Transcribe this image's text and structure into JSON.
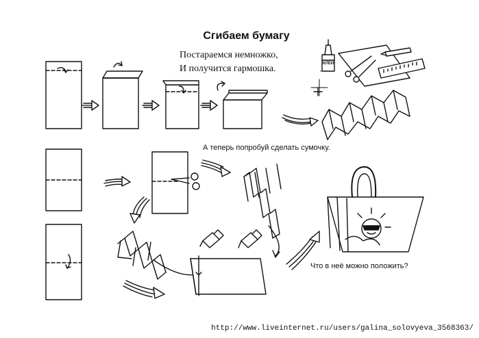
{
  "title": "Сгибаем бумагу",
  "poem": {
    "line1": "Постараемся немножко,",
    "line2": "И получится гармошка."
  },
  "glue_label": "КЛЕЙ",
  "instruction": "А теперь попробуй сделать сумочку.",
  "question": "Что в неё можно положить?",
  "watermark_url": "http://www.liveinternet.ru/users/galina_solovyeva_3568363/",
  "colors": {
    "ink": "#111111",
    "paper": "#ffffff"
  }
}
